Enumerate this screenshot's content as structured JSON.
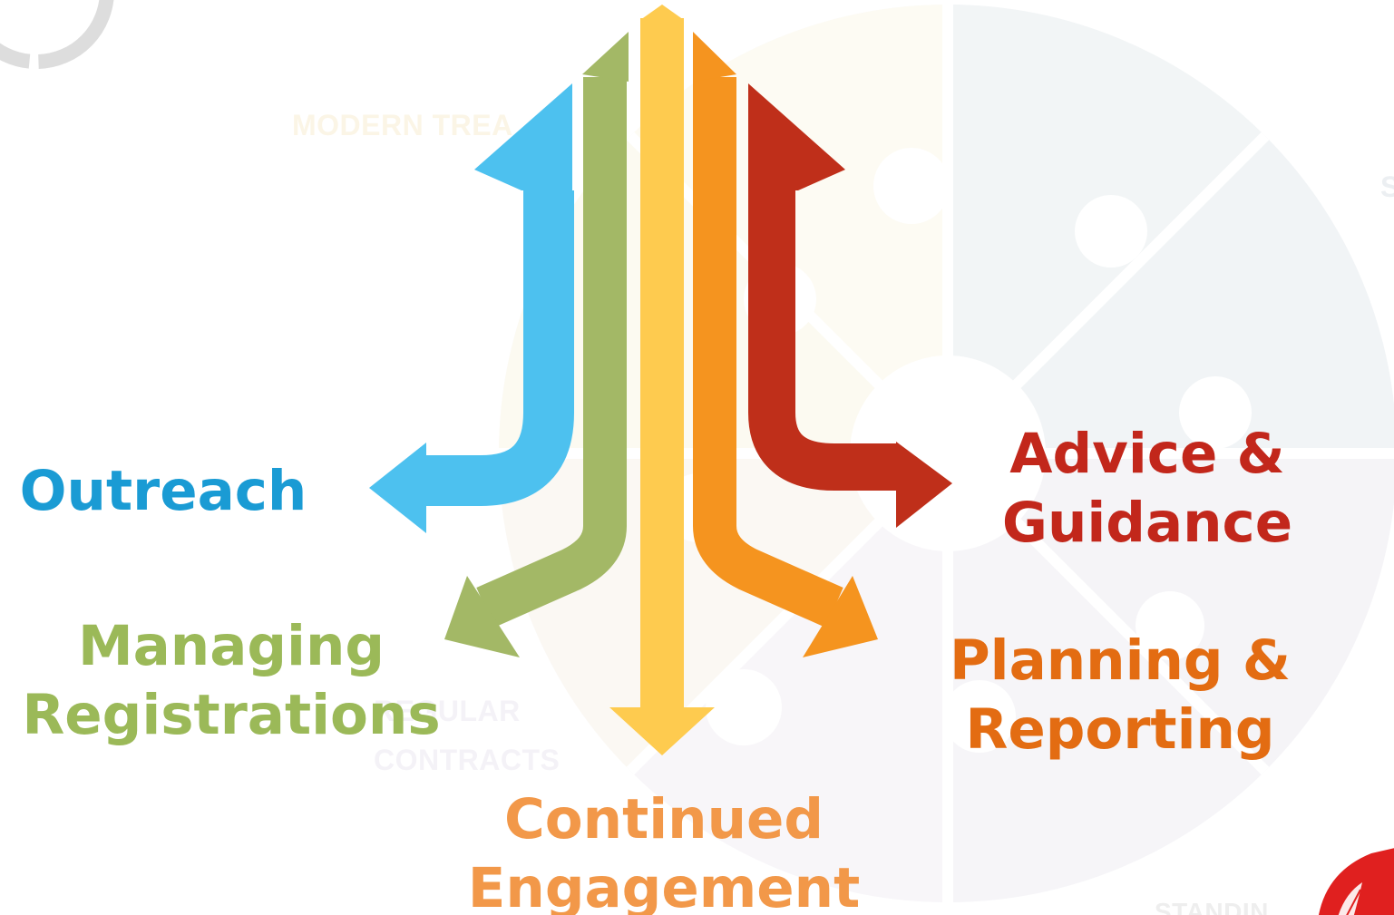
{
  "colors": {
    "outreach": "#1a9bd4",
    "managing": "#9bb958",
    "continued": "#f29849",
    "advice": "#c2271b",
    "planning": "#e36c12",
    "arrow_blue": "#4dc1ef",
    "arrow_green": "#a3b866",
    "arrow_yellow": "#fecb4f",
    "arrow_orange": "#f5941f",
    "arrow_red": "#bf2f1a"
  },
  "watermark": {
    "modern": "MODERN TREA",
    "regular_line1": "REGULAR",
    "regular_line2": "CONTRACTS",
    "s": "S",
    "standing": "STANDIN"
  },
  "labels": {
    "outreach": "Outreach",
    "managing_line1": "Managing",
    "managing_line2": "Registrations",
    "continued_line1": "Continued",
    "continued_line2": "Engagement",
    "advice_line1": "Advice &",
    "advice_line2": "Guidance",
    "planning_line1": "Planning &",
    "planning_line2": "Reporting"
  },
  "icons": {
    "logo": "red-feather-logo-icon",
    "ring": "corner-ring-decoration"
  }
}
